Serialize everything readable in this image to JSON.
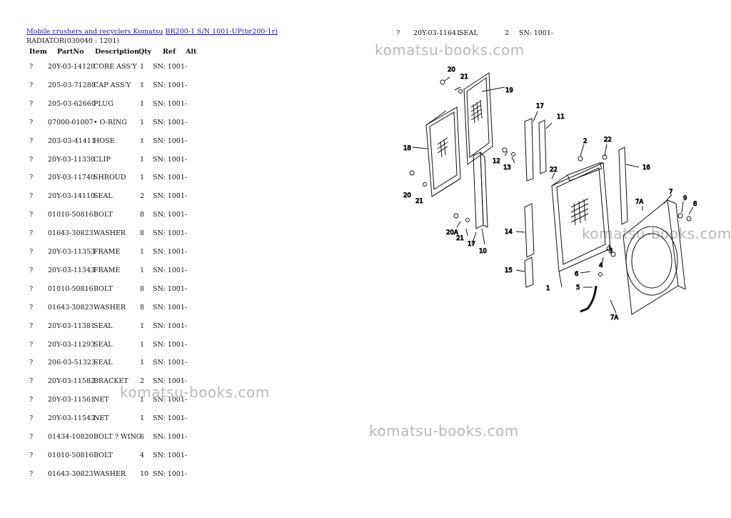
{
  "breadcrumb": {
    "link1": "Mobile crushers and recyclers Komatsu",
    "link2": "BR200-1 S/N 1001-UP(br200-1r)"
  },
  "subtitle": "RADIATOR(030040 : 1201)",
  "columns": {
    "item": "Item",
    "partno": "PartNo",
    "description": "Description",
    "qty": "Qty",
    "ref": "Ref",
    "alt": "Alt"
  },
  "rows": [
    {
      "item": "?",
      "part": "20Y-03-14120",
      "desc": "CORE ASS'Y",
      "qty": "1",
      "ref": "SN: 1001-"
    },
    {
      "item": "?",
      "part": "205-03-71280",
      "desc": "CAP ASS'Y",
      "qty": "1",
      "ref": "SN: 1001-"
    },
    {
      "item": "?",
      "part": "205-03-62660",
      "desc": "PLUG",
      "qty": "1",
      "ref": "SN: 1001-"
    },
    {
      "item": "?",
      "part": "07000-01007",
      "desc": "• O-RING",
      "qty": "1",
      "ref": "SN: 1001-"
    },
    {
      "item": "?",
      "part": "203-03-41411",
      "desc": "HOSE",
      "qty": "1",
      "ref": "SN: 1001-"
    },
    {
      "item": "?",
      "part": "20Y-03-11330",
      "desc": "CLIP",
      "qty": "1",
      "ref": "SN: 1001-"
    },
    {
      "item": "?",
      "part": "20Y-03-11740",
      "desc": "SHROUD",
      "qty": "1",
      "ref": "SN: 1001-"
    },
    {
      "item": "?",
      "part": "20Y-03-14110",
      "desc": "SEAL",
      "qty": "2",
      "ref": "SN: 1001-"
    },
    {
      "item": "?",
      "part": "01010-50816",
      "desc": "BOLT",
      "qty": "8",
      "ref": "SN: 1001-"
    },
    {
      "item": "?",
      "part": "01643-30823",
      "desc": "WASHER",
      "qty": "8",
      "ref": "SN: 1001-"
    },
    {
      "item": "?",
      "part": "20Y-03-11353",
      "desc": "FRAME",
      "qty": "1",
      "ref": "SN: 1001-"
    },
    {
      "item": "?",
      "part": "20Y-03-11343",
      "desc": "FRAME",
      "qty": "1",
      "ref": "SN: 1001-"
    },
    {
      "item": "?",
      "part": "01010-50816",
      "desc": "BOLT",
      "qty": "8",
      "ref": "SN: 1001-"
    },
    {
      "item": "?",
      "part": "01643-30823",
      "desc": "WASHER",
      "qty": "8",
      "ref": "SN: 1001-"
    },
    {
      "item": "?",
      "part": "20Y-03-11381",
      "desc": "SEAL",
      "qty": "1",
      "ref": "SN: 1001-"
    },
    {
      "item": "?",
      "part": "20Y-03-11293",
      "desc": "SEAL",
      "qty": "1",
      "ref": "SN: 1001-"
    },
    {
      "item": "?",
      "part": "206-03-51323",
      "desc": "SEAL",
      "qty": "1",
      "ref": "SN: 1001-"
    },
    {
      "item": "?",
      "part": "20Y-03-11582",
      "desc": "BRACKET",
      "qty": "2",
      "ref": "SN: 1001-"
    },
    {
      "item": "?",
      "part": "20Y-03-11561",
      "desc": "NET",
      "qty": "1",
      "ref": "SN: 1001-"
    },
    {
      "item": "?",
      "part": "20Y-03-11543",
      "desc": "NET",
      "qty": "1",
      "ref": "SN: 1001-"
    },
    {
      "item": "?",
      "part": "01434-10820",
      "desc": "BOLT ? WING",
      "qty": "6",
      "ref": "SN: 1001-"
    },
    {
      "item": "?",
      "part": "01010-50816",
      "desc": "BOLT",
      "qty": "4",
      "ref": "SN: 1001-"
    },
    {
      "item": "?",
      "part": "01643-30823",
      "desc": "WASHER",
      "qty": "10",
      "ref": "SN: 1001-"
    }
  ],
  "right_row": {
    "item": "?",
    "part": "20Y-03-11641",
    "desc": "SEAL",
    "qty": "2",
    "ref": "SN: 1001-"
  },
  "watermark": "komatsu-books.com",
  "diagram_labels": [
    "20",
    "21",
    "19",
    "17",
    "11",
    "18",
    "12",
    "13",
    "2",
    "22",
    "22",
    "16",
    "20",
    "21",
    "7",
    "9",
    "8",
    "7A",
    "20A",
    "21",
    "17",
    "10",
    "14",
    "4",
    "3",
    "15",
    "6",
    "5",
    "1",
    "7A"
  ]
}
